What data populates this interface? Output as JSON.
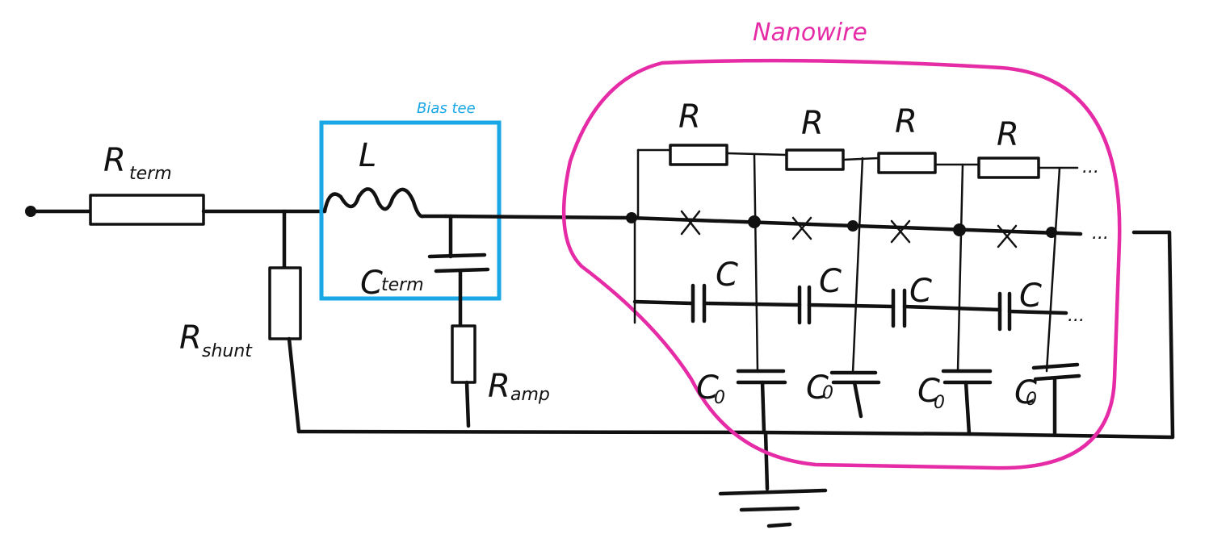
{
  "labels": {
    "r_term_main": "R",
    "r_term_sub": "term",
    "l": "L",
    "c_term_main": "C",
    "c_term_sub": "term",
    "r_shunt_main": "R",
    "r_shunt_sub": "shunt",
    "r_amp_main": "R",
    "r_amp_sub": "amp",
    "bias_tee": "Bias tee",
    "nanowire": "Nanowire",
    "r": "R",
    "c": "C",
    "c0_main": "C",
    "c0_sub": "0",
    "ellipsis": "..."
  },
  "colors": {
    "ink": "#111111",
    "bias_tee_box": "#1aa7e6",
    "nanowire_outline": "#e62ba6"
  }
}
